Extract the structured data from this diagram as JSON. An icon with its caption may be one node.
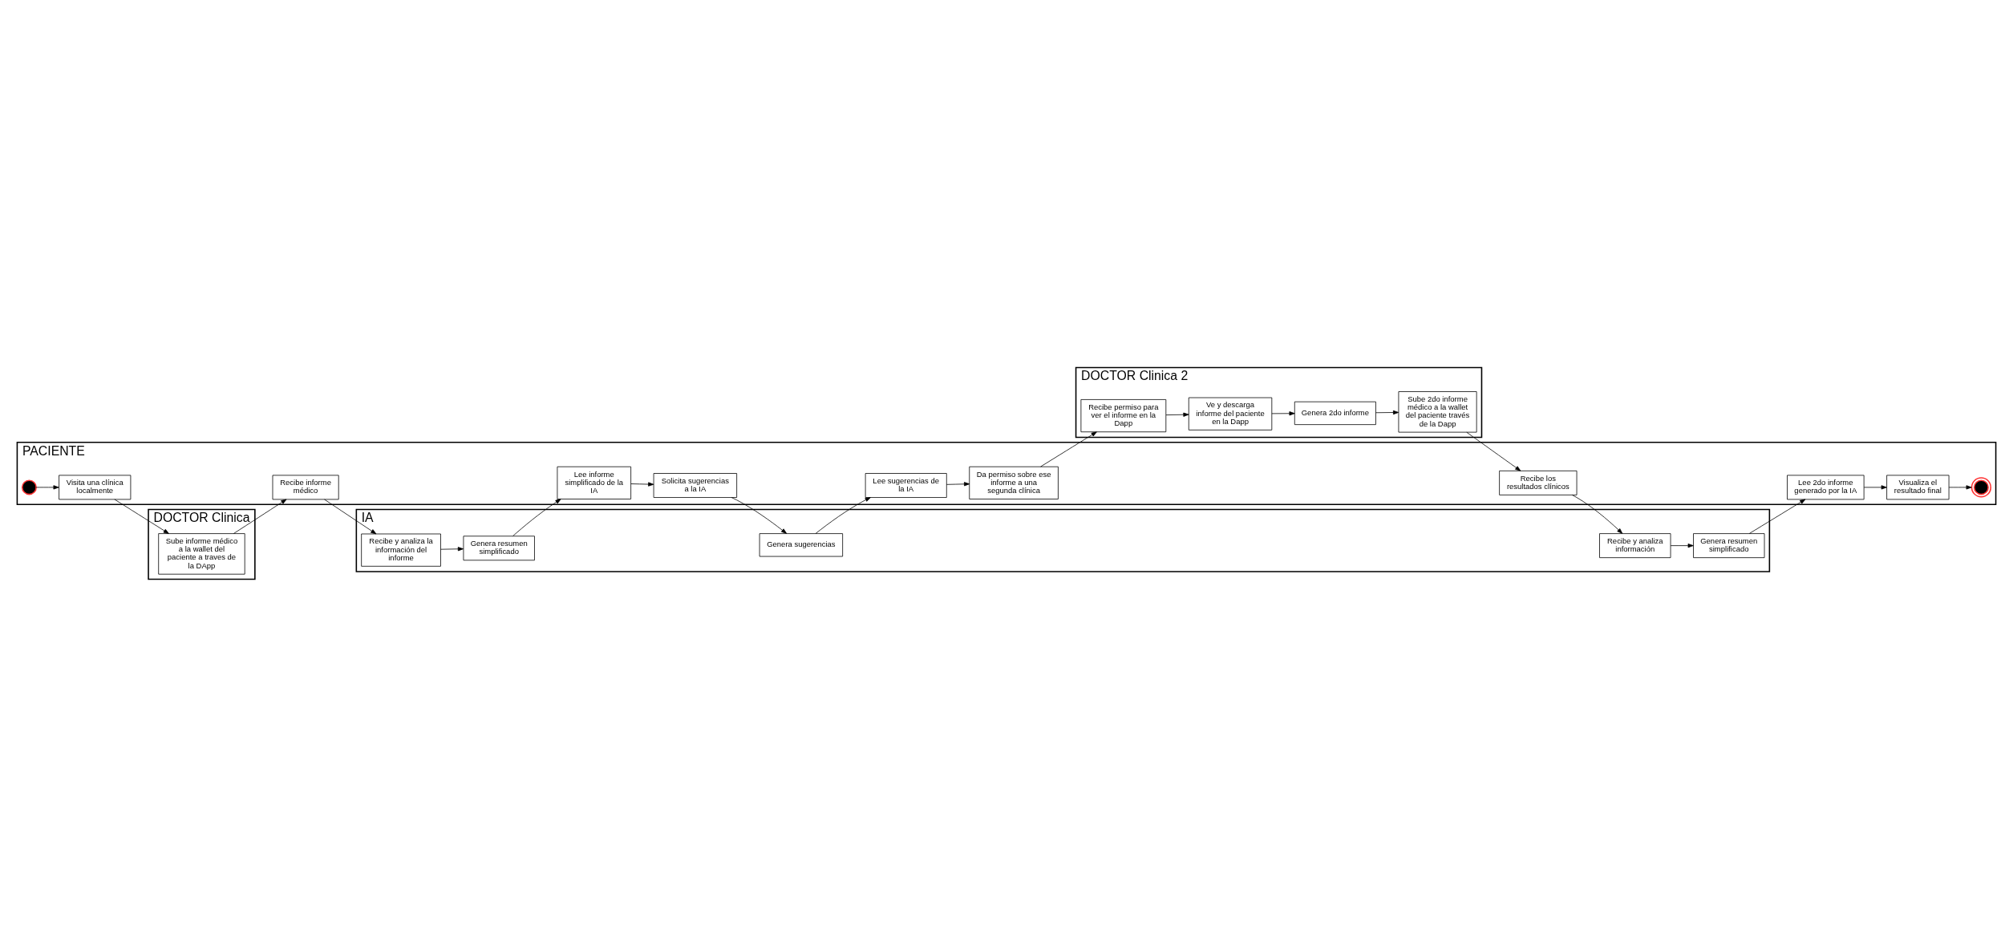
{
  "diagram": {
    "nodes": [
      {
        "text": [
          "PACIENTE"
        ]
      },
      {
        "text": [
          "DOCTOR Clinica"
        ]
      },
      {
        "text": [
          "IA"
        ]
      },
      {
        "text": [
          "DOCTOR Clinica 2"
        ]
      },
      {
        "text": [],
        "shape": "circle",
        "in": 0
      },
      {
        "text": [
          "Visita una clínica localmente"
        ],
        "in": 0
      },
      {
        "text": [
          "Recibe informe médico"
        ],
        "in": 0
      },
      {
        "text": [
          "Lee informe simplificado de la IA"
        ],
        "in": 0
      },
      {
        "text": [
          "Solicita sugerencias a la IA"
        ],
        "in": 0
      },
      {
        "text": [
          "Lee sugerencias de la IA"
        ],
        "in": 0
      },
      {
        "text": [
          "Da permiso sobre ese informe a una segunda clínica"
        ],
        "in": 0
      },
      {
        "text": [
          "Recibe los resultados clínicos"
        ],
        "in": 0
      },
      {
        "text": [
          "Lee 2do informe generado por la IA"
        ],
        "in": 0
      },
      {
        "text": [
          "Visualiza el resultado final"
        ],
        "in": 0
      },
      {
        "text": [],
        "shape": "circle",
        "in": 0
      },
      {
        "text": [
          "Sube informe médico a la wallet del paciente a traves de la DApp"
        ],
        "in": 1
      },
      {
        "text": [
          "Recibe y analiza la información del informe"
        ],
        "in": 2
      },
      {
        "text": [
          "Genera resumen simplificado"
        ],
        "in": 2
      },
      {
        "text": [
          "Genera sugerencias"
        ],
        "in": 2
      },
      {
        "text": [
          "Recibe y analiza información"
        ],
        "in": 2
      },
      {
        "text": [
          "Genera resumen simplificado"
        ],
        "in": 2
      },
      {
        "text": [
          "Recibe permiso para ver el informe en la Dapp"
        ],
        "in": 3
      },
      {
        "text": [
          "Ve y descarga informe del paciente en la Dapp"
        ],
        "in": 3
      },
      {
        "text": [
          "Genera 2do informe"
        ],
        "in": 3
      },
      {
        "text": [
          "Sube 2do informe médico a la wallet del paciente través de la Dapp"
        ],
        "in": 3
      }
    ],
    "edges": [
      {
        "from": 4,
        "to": 5,
        "arrow": "to"
      },
      {
        "from": 5,
        "to": 15,
        "arrow": "to"
      },
      {
        "from": 15,
        "to": 6,
        "arrow": "to"
      },
      {
        "from": 6,
        "to": 16,
        "arrow": "to"
      },
      {
        "from": 16,
        "to": 17,
        "arrow": "to"
      },
      {
        "from": 17,
        "to": 7,
        "arrow": "to"
      },
      {
        "from": 7,
        "to": 8,
        "arrow": "to"
      },
      {
        "from": 8,
        "to": 18,
        "arrow": "to"
      },
      {
        "from": 18,
        "to": 9,
        "arrow": "to"
      },
      {
        "from": 9,
        "to": 10,
        "arrow": "to"
      },
      {
        "from": 10,
        "to": 21,
        "arrow": "to"
      },
      {
        "from": 21,
        "to": 22,
        "arrow": "to"
      },
      {
        "from": 22,
        "to": 23,
        "arrow": "to"
      },
      {
        "from": 23,
        "to": 24,
        "arrow": "to"
      },
      {
        "from": 24,
        "to": 11,
        "arrow": "to"
      },
      {
        "from": 11,
        "to": 19,
        "arrow": "to"
      },
      {
        "from": 19,
        "to": 20,
        "arrow": "to"
      },
      {
        "from": 20,
        "to": 12,
        "arrow": "to"
      },
      {
        "from": 12,
        "to": 13,
        "arrow": "to"
      },
      {
        "from": 13,
        "to": 14,
        "arrow": "to"
      }
    ]
  }
}
